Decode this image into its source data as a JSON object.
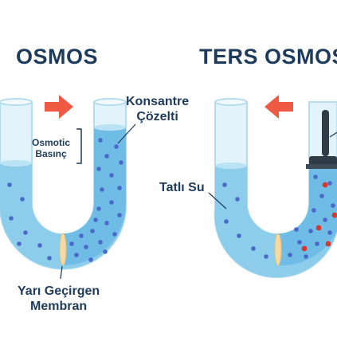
{
  "colors": {
    "title": "#1f3b5b",
    "label": "#1f3b5b",
    "arrow": "#ef5a45",
    "water": "#8ccdeb",
    "water_dark": "#5fb3de",
    "tube": "#d6eef8",
    "tube_outline": "#b5dcef",
    "particle_blue": "#4a68c8",
    "particle_red": "#d9362b",
    "membrane": "#f5d9a3",
    "piston": "#2f3b45"
  },
  "left_panel": {
    "title": "OSMOS",
    "concentrate_label_line1": "Konsantre",
    "concentrate_label_line2": "Çözelti",
    "pressure_label_line1": "Osmotic",
    "pressure_label_line2": "Basınç",
    "membrane_label_line1": "Yarı Geçirgen",
    "membrane_label_line2": "Membran",
    "arrow_direction": "right"
  },
  "right_panel": {
    "title": "TERS OSMOS",
    "fresh_water_label": "Tatlı Su",
    "arrow_direction": "left"
  }
}
